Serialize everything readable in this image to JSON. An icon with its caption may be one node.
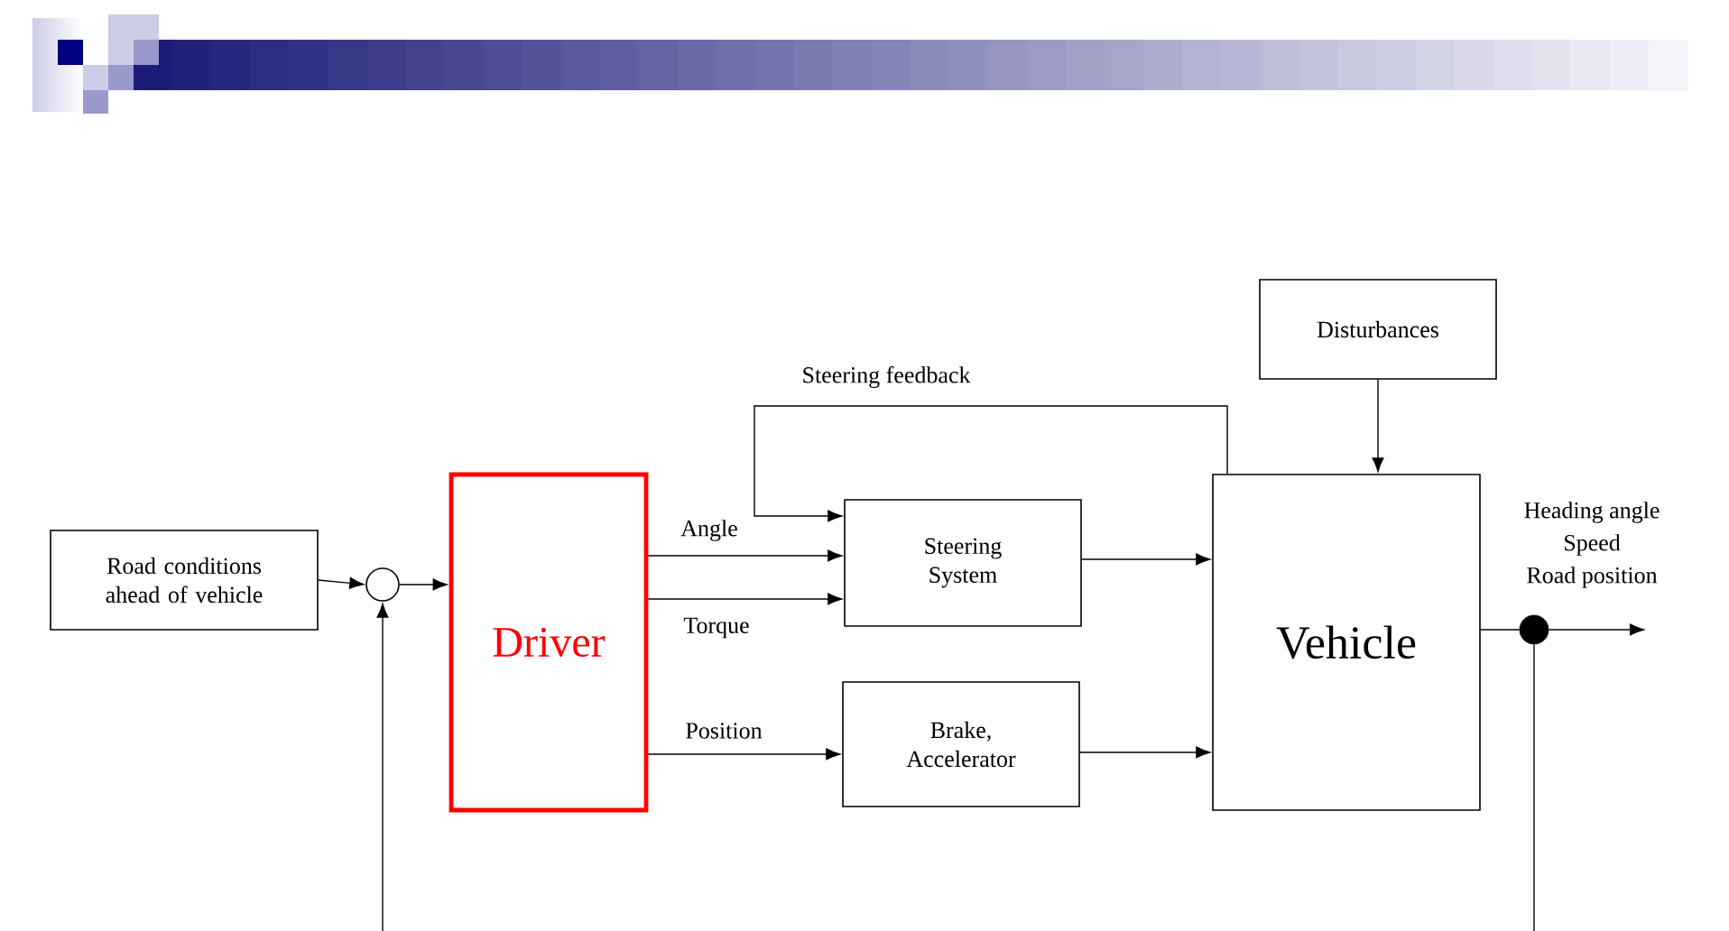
{
  "diagram": {
    "nodes": [
      {
        "text": [
          "Road conditions ahead of vehicle"
        ]
      },
      {
        "text": [],
        "shape": "circle"
      },
      {
        "text": [
          "Driver"
        ]
      },
      {
        "text": [
          "Steering System"
        ]
      },
      {
        "text": [
          "Brake, Accelerator"
        ]
      },
      {
        "text": [
          "Disturbances"
        ]
      },
      {
        "text": [
          "Vehicle"
        ]
      },
      {
        "text": [],
        "shape": "dot"
      }
    ],
    "edges": [
      {
        "from": 0,
        "to": 1,
        "arrow": "to"
      },
      {
        "from": 1,
        "to": 2,
        "arrow": "to"
      },
      {
        "from": 2,
        "to": 3,
        "arrow": "to",
        "label": "Angle"
      },
      {
        "from": 2,
        "to": 3,
        "arrow": "to",
        "label": "Torque"
      },
      {
        "from": 2,
        "to": 4,
        "arrow": "to",
        "label": "Position"
      },
      {
        "from": 3,
        "to": 6,
        "arrow": "to"
      },
      {
        "from": 4,
        "to": 6,
        "arrow": "to"
      },
      {
        "from": 5,
        "to": 6,
        "arrow": "to"
      },
      {
        "from": 6,
        "to": 3,
        "arrow": "to",
        "label": "Steering feedback"
      },
      {
        "from": 6,
        "to": 7,
        "arrow": "none"
      },
      {
        "from": 7,
        "to": null,
        "arrow": "to"
      },
      {
        "from": 7,
        "to": null,
        "arrow": "none"
      },
      {
        "from": null,
        "to": 1,
        "arrow": "to"
      }
    ],
    "labels": [
      "Heading angle",
      "Speed",
      "Road position"
    ]
  }
}
